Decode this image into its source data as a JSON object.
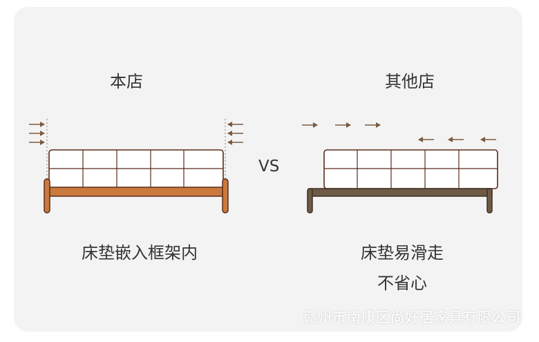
{
  "left_panel": {
    "title": "本店",
    "caption": "床垫嵌入框架内"
  },
  "right_panel": {
    "title": "其他店",
    "caption_line1": "床垫易滑走",
    "caption_line2": "不省心"
  },
  "vs_label": "VS",
  "watermark": "赣州市南康区尚好居家具有限公司",
  "colors": {
    "card_bg": "#f3f3f3",
    "outline": "#5b2a1a",
    "frame_ours": "#c97a3c",
    "frame_others": "#6d5b47",
    "arrow": "#7a5a40"
  },
  "icons": [
    "arrow-right-icon",
    "arrow-left-icon"
  ]
}
